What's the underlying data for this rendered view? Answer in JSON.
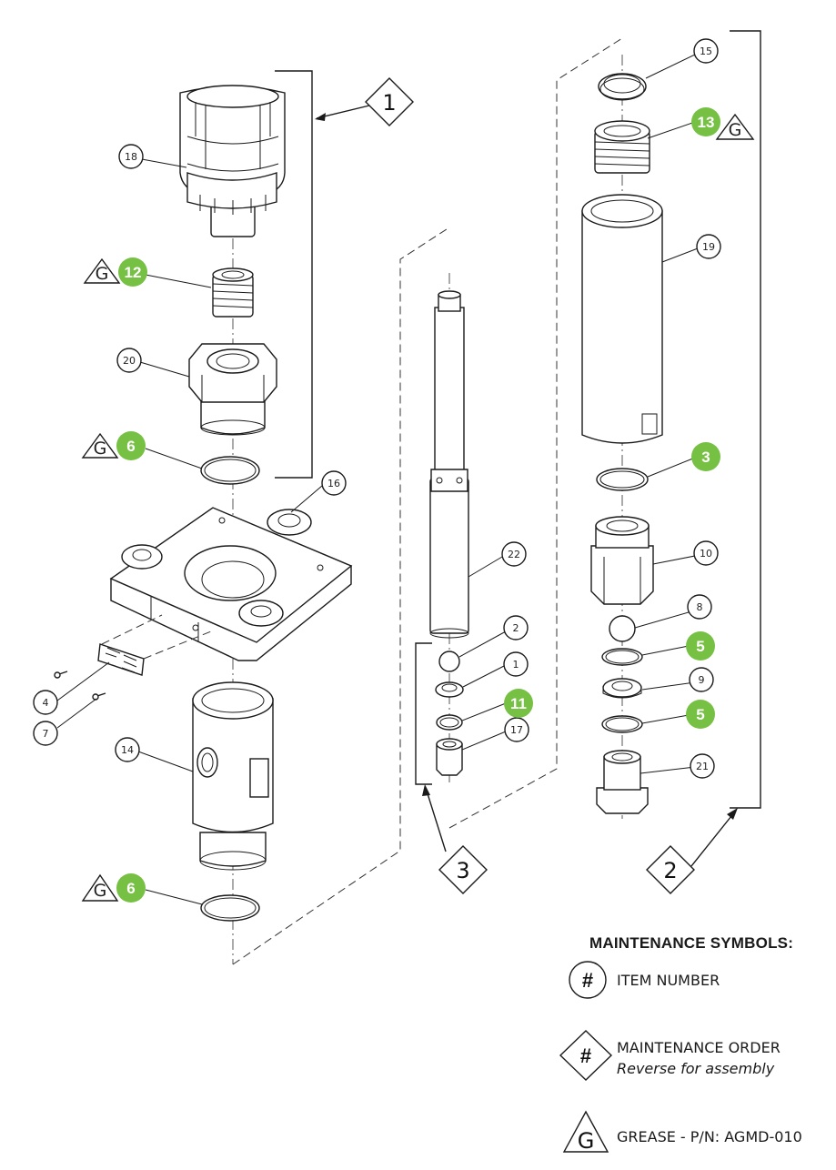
{
  "assemblies": [
    {
      "label": "1"
    },
    {
      "label": "2"
    },
    {
      "label": "3"
    }
  ],
  "items": [
    {
      "label": "18"
    },
    {
      "label": "20"
    },
    {
      "label": "16"
    },
    {
      "label": "4"
    },
    {
      "label": "7"
    },
    {
      "label": "14"
    },
    {
      "label": "22"
    },
    {
      "label": "2"
    },
    {
      "label": "1"
    },
    {
      "label": "17"
    },
    {
      "label": "15"
    },
    {
      "label": "19"
    },
    {
      "label": "10"
    },
    {
      "label": "8"
    },
    {
      "label": "9"
    },
    {
      "label": "21"
    }
  ],
  "maintenance_steps": [
    {
      "label": "12"
    },
    {
      "label": "6"
    },
    {
      "label": "6"
    },
    {
      "label": "13"
    },
    {
      "label": "3"
    },
    {
      "label": "5"
    },
    {
      "label": "5"
    },
    {
      "label": "11"
    }
  ],
  "grease_symbol": "G",
  "legend": {
    "title": "MAINTENANCE SYMBOLS:",
    "item_number_symbol": "#",
    "item_number_label": "ITEM NUMBER",
    "order_symbol": "#",
    "order_label": "MAINTENANCE ORDER",
    "order_sub": "Reverse for assembly",
    "grease_symbol": "G",
    "grease_label": "GREASE - P/N: AGMD-010"
  },
  "colors": {
    "maintenance_green": "#76c043",
    "line": "#1a1a1a"
  }
}
